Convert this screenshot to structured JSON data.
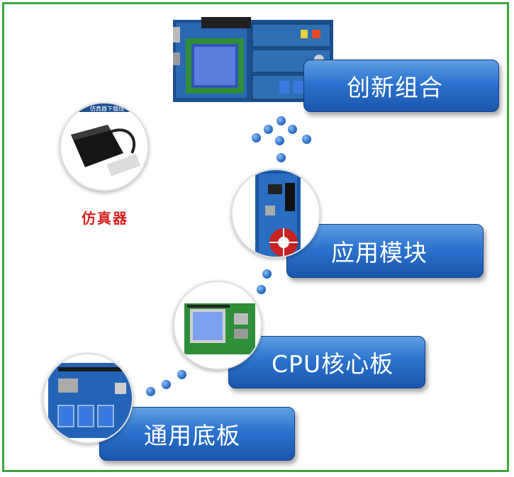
{
  "steps": [
    {
      "label": "创新组合"
    },
    {
      "label": "应用模块"
    },
    {
      "label": "CPU核心板"
    },
    {
      "label": "通用底板"
    }
  ],
  "emulator": {
    "label": "仿真器",
    "device_text": "仿真器下载线"
  },
  "colors": {
    "frame": "#3aa53e",
    "step_blue": "#2c73cf",
    "label_red": "#d81f1f"
  }
}
